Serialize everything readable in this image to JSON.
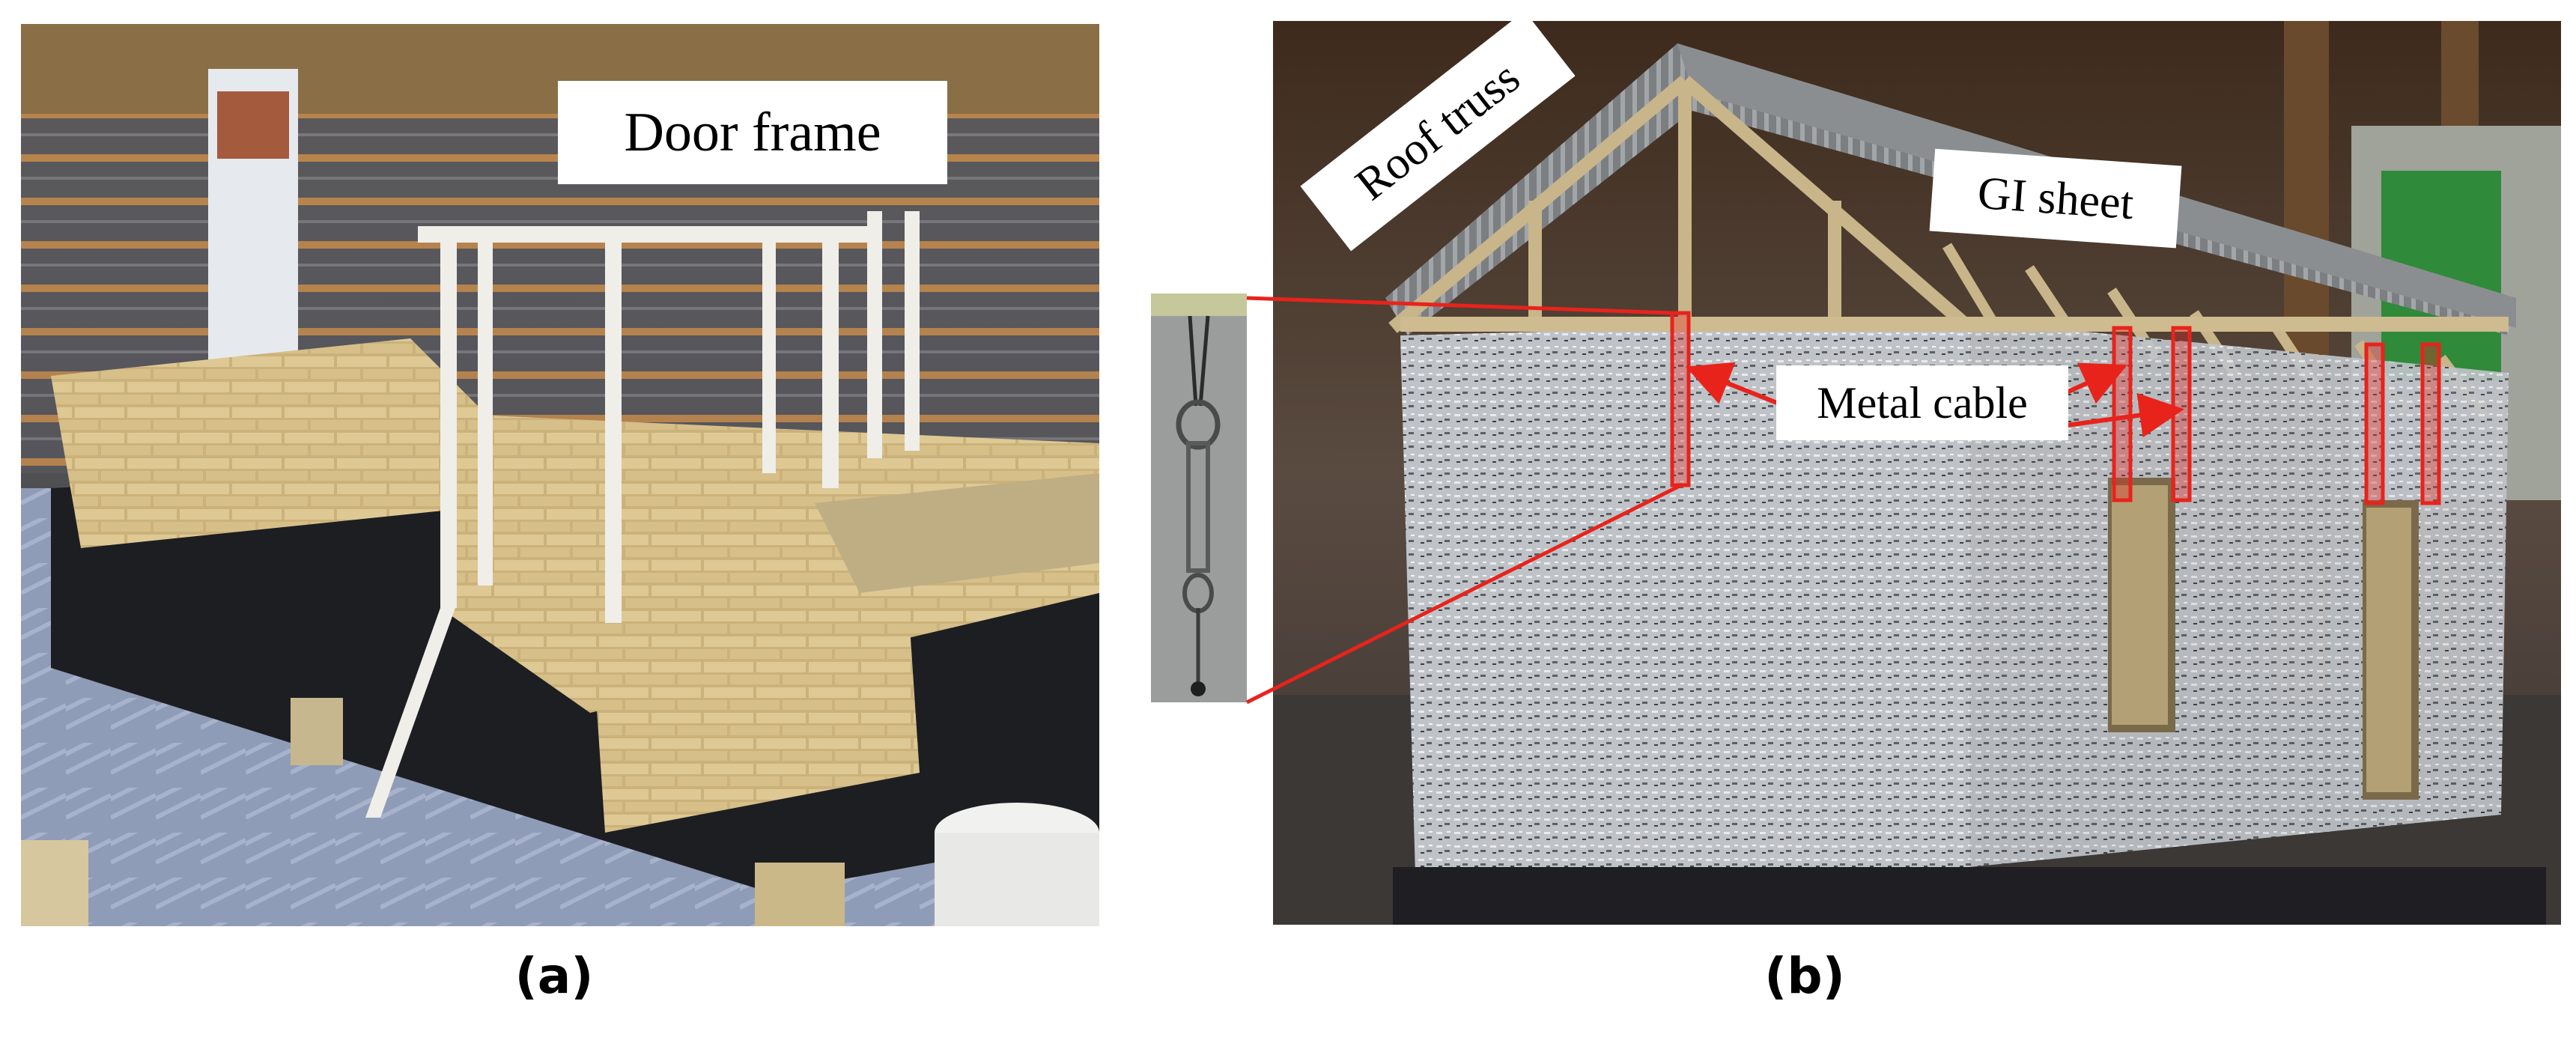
{
  "figure": {
    "panel_a": {
      "caption": "(a)",
      "labels": {
        "door_frame": "Door frame"
      }
    },
    "panel_b": {
      "caption": "(b)",
      "labels": {
        "roof_truss": "Roof truss",
        "gi_sheet": "GI sheet",
        "metal_cable": "Metal cable"
      }
    },
    "colors": {
      "highlight": "#e8231c",
      "panel_a_bg": "#6f6a5c",
      "panel_b_bg": "#5a5046",
      "wall": "#c9ccd0",
      "brick": "#d9c28e"
    }
  }
}
